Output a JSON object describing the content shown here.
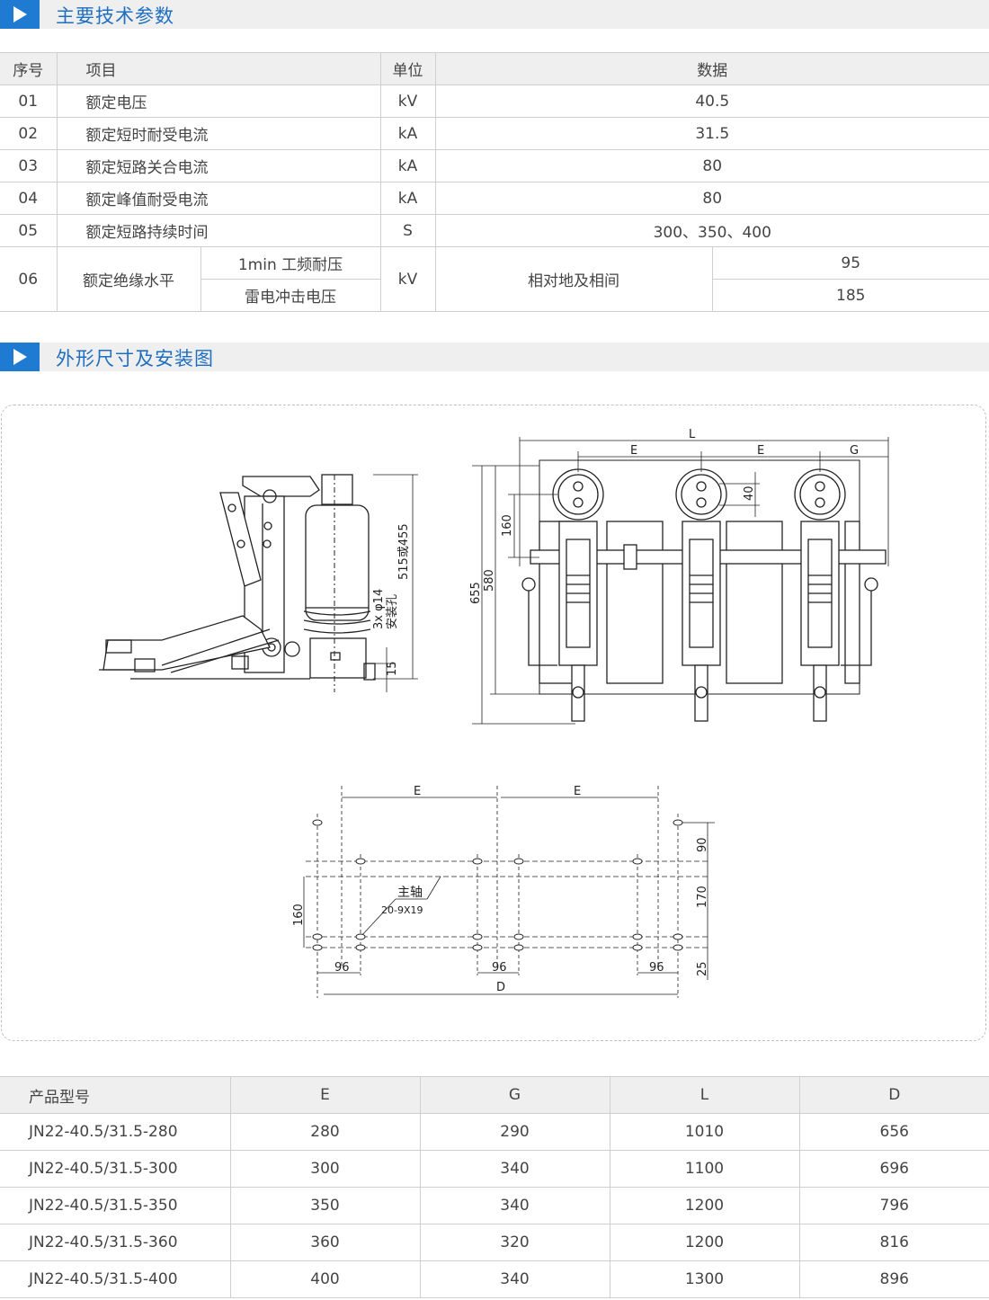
{
  "section1": {
    "title": "主要技术参数"
  },
  "params": {
    "headers": {
      "no": "序号",
      "item": "项目",
      "unit": "单位",
      "data": "数据"
    },
    "rows": [
      {
        "no": "01",
        "item": "额定电压",
        "unit": "kV",
        "value": "40.5"
      },
      {
        "no": "02",
        "item": "额定短时耐受电流",
        "unit": "kA",
        "value": "31.5"
      },
      {
        "no": "03",
        "item": "额定短路关合电流",
        "unit": "kA",
        "value": "80"
      },
      {
        "no": "04",
        "item": "额定峰值耐受电流",
        "unit": "kA",
        "value": "80"
      },
      {
        "no": "05",
        "item": "额定短路持续时间",
        "unit": "S",
        "value": "300、350、400"
      }
    ],
    "insulation": {
      "no": "06",
      "item": "额定绝缘水平",
      "unit": "kV",
      "category": "相对地及相间",
      "sub1": "1min 工频耐压",
      "val1": "95",
      "sub2": "雷电冲击电压",
      "val2": "185"
    }
  },
  "section2": {
    "title": "外形尺寸及安装图"
  },
  "drawing": {
    "side": {
      "h_total": "515或455",
      "holes": "3x φ14",
      "holes_note": "安装孔",
      "h_base": "15"
    },
    "front": {
      "L": "L",
      "E1": "E",
      "E2": "E",
      "G": "G",
      "h655": "655",
      "h580": "580",
      "h160": "160",
      "h40": "40"
    },
    "plan": {
      "E1": "E",
      "E2": "E",
      "main_shaft": "主轴",
      "holes": "20-9X19",
      "h160": "160",
      "d96a": "96",
      "d96b": "96",
      "d96c": "96",
      "D": "D",
      "v90": "90",
      "v170": "170",
      "v25": "25"
    }
  },
  "models": {
    "headers": [
      "产品型号",
      "E",
      "G",
      "L",
      "D"
    ],
    "rows": [
      [
        "JN22-40.5/31.5-280",
        "280",
        "290",
        "1010",
        "656"
      ],
      [
        "JN22-40.5/31.5-300",
        "300",
        "340",
        "1100",
        "696"
      ],
      [
        "JN22-40.5/31.5-350",
        "350",
        "340",
        "1200",
        "796"
      ],
      [
        "JN22-40.5/31.5-360",
        "360",
        "320",
        "1200",
        "816"
      ],
      [
        "JN22-40.5/31.5-400",
        "400",
        "340",
        "1300",
        "896"
      ]
    ]
  }
}
